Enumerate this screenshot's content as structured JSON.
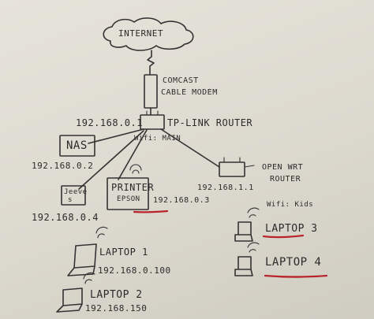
{
  "internet_label": "INTERNET",
  "modem_label": [
    "COMCAST",
    "CABLE MODEM"
  ],
  "router_label": "TP-LINK ROUTER",
  "router_ip": "192.168.0.1",
  "router_wifi": "Wifi: MAIN",
  "nas_label": "NAS",
  "nas_ip": "192.168.0.2",
  "printer_label": [
    "PRINTER",
    "EPSON"
  ],
  "printer_ip": "192.168.0.3",
  "jeeve_label": [
    "Jeeve",
    "s"
  ],
  "jeeve_ip": "192.168.0.4",
  "openwrt_label": [
    "OPEN WRT",
    "ROUTER"
  ],
  "openwrt_ip": "192.168.1.1",
  "openwrt_wifi": "Wifi: Kids",
  "laptop1_label": "LAPTOP 1",
  "laptop1_ip": "192.168.0.100",
  "laptop2_label": "LAPTOP 2",
  "laptop2_ip": "192.168.150",
  "laptop3_label": "LAPTOP 3",
  "laptop4_label": "LAPTOP 4",
  "colors": {
    "ink": "#333333",
    "underline": "#b8242a",
    "paper": "#e3e0d7"
  }
}
